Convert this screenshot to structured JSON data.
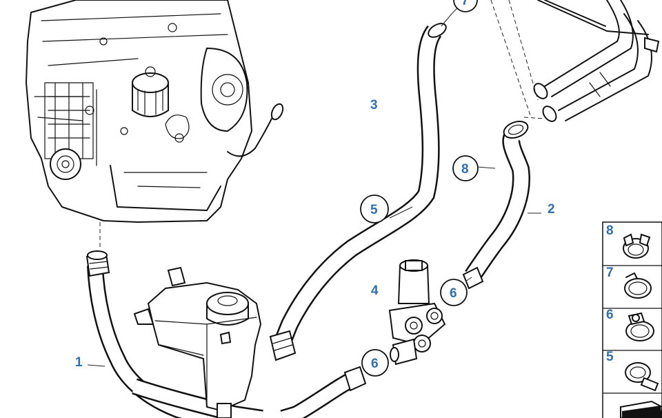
{
  "callouts": {
    "c1": "1",
    "c2": "2",
    "c3": "3",
    "c4": "4",
    "c5": "5",
    "c6a": "6",
    "c6b": "6",
    "c7": "7",
    "c8": "8"
  },
  "legend": {
    "items": [
      {
        "number": "8",
        "icon": "spring-band-clamp-icon"
      },
      {
        "number": "7",
        "icon": "wire-clamp-icon"
      },
      {
        "number": "6",
        "icon": "worm-drive-clamp-icon"
      },
      {
        "number": "5",
        "icon": "crimp-clamp-icon"
      }
    ]
  },
  "colors": {
    "label": "#2e6fb4",
    "line": "#111111",
    "background": "#ffffff"
  }
}
